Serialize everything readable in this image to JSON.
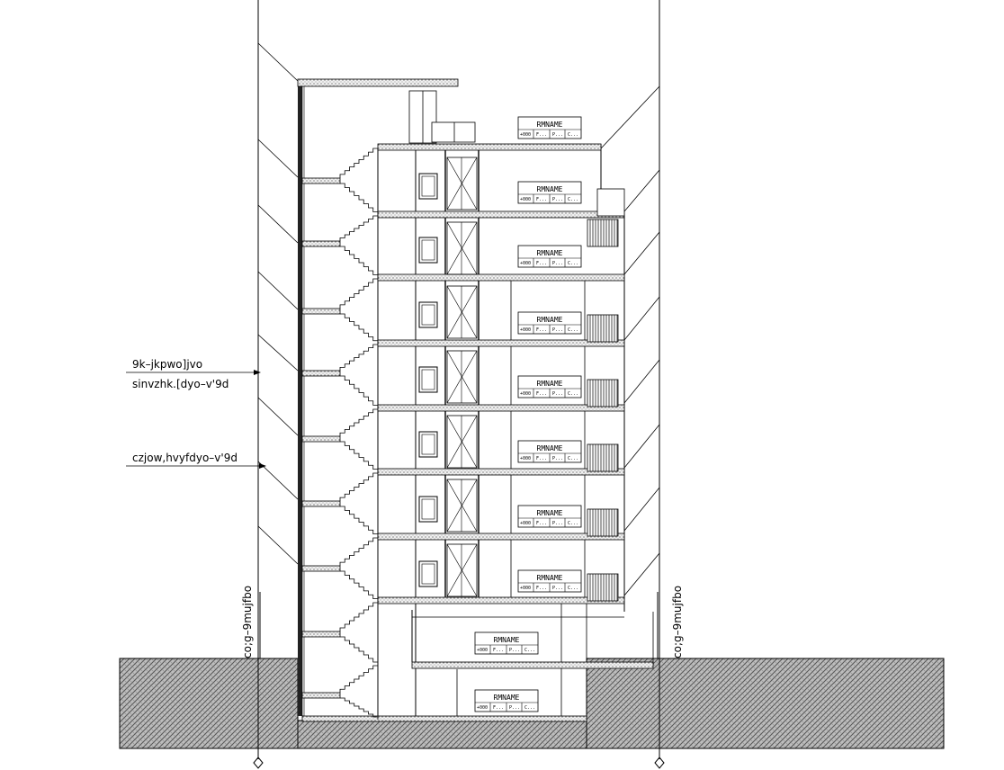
{
  "annotations": {
    "left_1a": "9k–jkpwo]jvo",
    "left_1b": "sinvzhk.[dyo–v'9d",
    "left_2": "czjow,hvyfdyo–v'9d",
    "vertical_left": "co;g–9mujfbo",
    "vertical_right": "co;g–9mujfbo"
  },
  "room_tag": {
    "name": "RMNAME",
    "fields": [
      "+000",
      "F...",
      "P...",
      "C..."
    ]
  },
  "room_tags": [
    {
      "id": "roof"
    },
    {
      "id": "floor-7"
    },
    {
      "id": "floor-6"
    },
    {
      "id": "floor-5"
    },
    {
      "id": "floor-4"
    },
    {
      "id": "floor-3"
    },
    {
      "id": "floor-2"
    },
    {
      "id": "floor-1"
    },
    {
      "id": "ground"
    },
    {
      "id": "basement"
    }
  ],
  "colors": {
    "ink": "#000000",
    "ground_hatch": "#777777",
    "slab_fill": "#e6e6e6"
  }
}
